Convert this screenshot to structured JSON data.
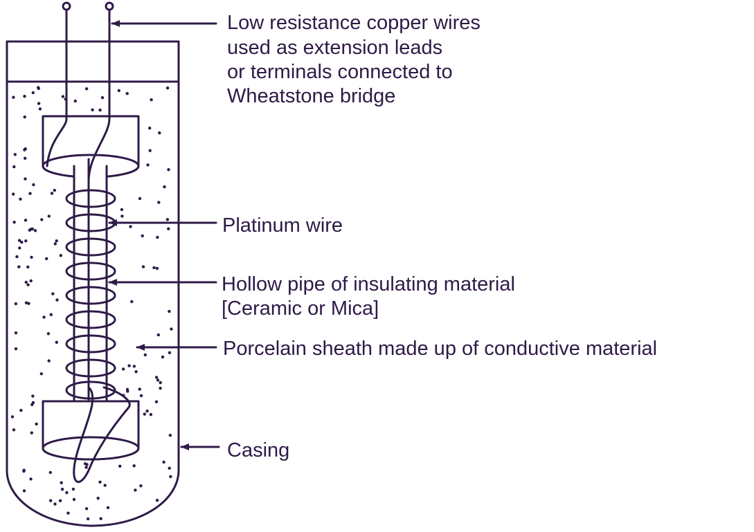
{
  "labels": {
    "copper_wires": [
      "Low resistance copper wires",
      "used as extension leads",
      "or terminals connected to",
      "Wheatstone bridge"
    ],
    "platinum_wire": "Platinum wire",
    "hollow_pipe": [
      "Hollow pipe of insulating material",
      "[Ceramic or Mica]"
    ],
    "sheath": "Porcelain sheath made up of conductive material",
    "casing": "Casing"
  },
  "colors": {
    "ink": "#2e1a47",
    "background": "#ffffff"
  }
}
